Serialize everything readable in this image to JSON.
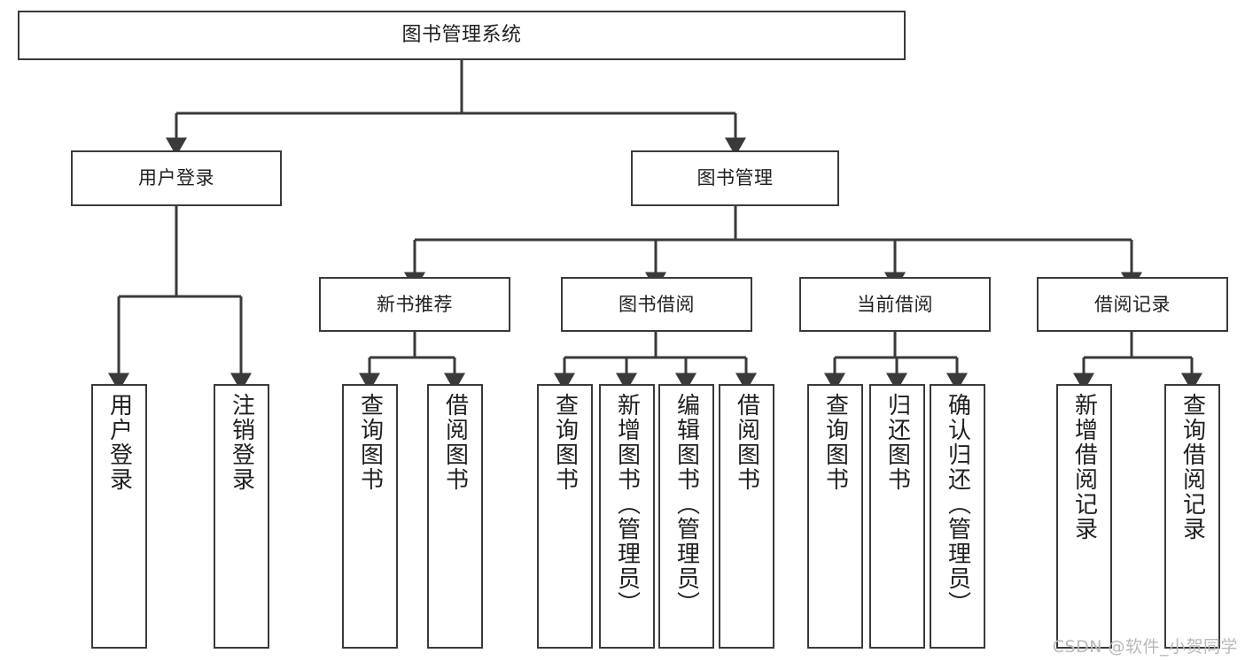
{
  "diagram": {
    "type": "tree-hierarchy",
    "title": "图书管理系统",
    "line_color": "#3a3a3a",
    "box_fill": "#ffffff",
    "text_color": "#1f1f1f",
    "watermark": "CSDN @软件_小贺同学",
    "watermark_color": "#b9b9b9"
  },
  "nodes": {
    "root": {
      "label": "图书管理系统",
      "level": 0
    },
    "l1": [
      {
        "id": "user-login",
        "label": "用户登录"
      },
      {
        "id": "book-manage",
        "label": "图书管理"
      }
    ],
    "l2": [
      {
        "id": "new-book-recommend",
        "label": "新书推荐",
        "parent": "book-manage"
      },
      {
        "id": "book-borrow",
        "label": "图书借阅",
        "parent": "book-manage"
      },
      {
        "id": "current-borrow",
        "label": "当前借阅",
        "parent": "book-manage"
      },
      {
        "id": "borrow-record",
        "label": "借阅记录",
        "parent": "book-manage"
      }
    ],
    "leaves": {
      "user-login": [
        {
          "id": "leaf-user-login",
          "label": "用户登录"
        },
        {
          "id": "leaf-logout",
          "label": "注销登录"
        }
      ],
      "new-book-recommend": [
        {
          "id": "leaf-query-book-1",
          "label": "查询图书"
        },
        {
          "id": "leaf-borrow-book-1",
          "label": "借阅图书"
        }
      ],
      "book-borrow": [
        {
          "id": "leaf-query-book-2",
          "label": "查询图书"
        },
        {
          "id": "leaf-add-book",
          "label": "新增图书（管理员）"
        },
        {
          "id": "leaf-edit-book",
          "label": "编辑图书（管理员）"
        },
        {
          "id": "leaf-borrow-book-2",
          "label": "借阅图书"
        }
      ],
      "current-borrow": [
        {
          "id": "leaf-query-book-3",
          "label": "查询图书"
        },
        {
          "id": "leaf-return-book",
          "label": "归还图书"
        },
        {
          "id": "leaf-confirm-return",
          "label": "确认归还（管理员）"
        }
      ],
      "borrow-record": [
        {
          "id": "leaf-add-record",
          "label": "新增借阅记录"
        },
        {
          "id": "leaf-query-record",
          "label": "查询借阅记录"
        }
      ]
    }
  }
}
